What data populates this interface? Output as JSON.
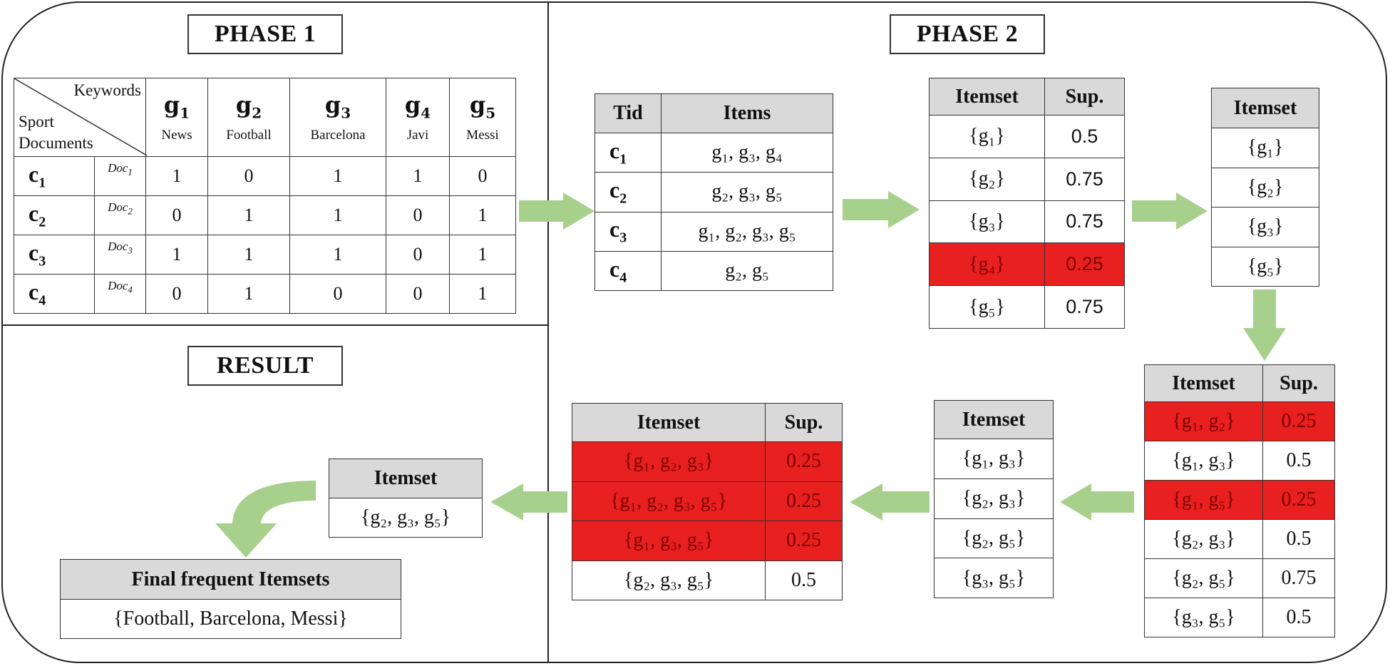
{
  "titles": {
    "phase1": "PHASE 1",
    "phase2": "PHASE 2",
    "result": "RESULT"
  },
  "colors": {
    "arrow": "#a8d08d",
    "highlight": "#e8201f",
    "header": "#d9d9d9"
  },
  "phase1_table": {
    "corner_top": "Keywords",
    "corner_bottom_1": "Sport",
    "corner_bottom_2": "Documents",
    "columns": [
      {
        "g": "g",
        "sub": "1",
        "keyword": "News"
      },
      {
        "g": "g",
        "sub": "2",
        "keyword": "Football"
      },
      {
        "g": "g",
        "sub": "3",
        "keyword": "Barcelona"
      },
      {
        "g": "g",
        "sub": "4",
        "keyword": "Javi"
      },
      {
        "g": "g",
        "sub": "5",
        "keyword": "Messi"
      }
    ],
    "rows": [
      {
        "c": "c",
        "csub": "1",
        "doc": "Doc",
        "dsub": "1",
        "values": [
          "1",
          "0",
          "1",
          "1",
          "0"
        ]
      },
      {
        "c": "c",
        "csub": "2",
        "doc": "Doc",
        "dsub": "2",
        "values": [
          "0",
          "1",
          "1",
          "0",
          "1"
        ]
      },
      {
        "c": "c",
        "csub": "3",
        "doc": "Doc",
        "dsub": "3",
        "values": [
          "1",
          "1",
          "1",
          "0",
          "1"
        ]
      },
      {
        "c": "c",
        "csub": "4",
        "doc": "Doc",
        "dsub": "4",
        "values": [
          "0",
          "1",
          "0",
          "0",
          "1"
        ]
      }
    ]
  },
  "tid_table": {
    "headers": [
      "Tid",
      "Items"
    ],
    "rows": [
      {
        "tid": "c",
        "tsub": "1",
        "items": "g₁, g₃, g₄"
      },
      {
        "tid": "c",
        "tsub": "2",
        "items": "g₂, g₃, g₅"
      },
      {
        "tid": "c",
        "tsub": "3",
        "items": "g₁, g₂, g₃, g₅"
      },
      {
        "tid": "c",
        "tsub": "4",
        "items": "g₂, g₅"
      }
    ]
  },
  "c1_table": {
    "headers": [
      "Itemset",
      "Sup."
    ],
    "rows": [
      {
        "itemset": "{g₁}",
        "sup": "0.5",
        "pruned": false
      },
      {
        "itemset": "{g₂}",
        "sup": "0.75",
        "pruned": false
      },
      {
        "itemset": "{g₃}",
        "sup": "0.75",
        "pruned": false
      },
      {
        "itemset": "{g₄}",
        "sup": "0.25",
        "pruned": true
      },
      {
        "itemset": "{g₅}",
        "sup": "0.75",
        "pruned": false
      }
    ]
  },
  "l1_table": {
    "header": "Itemset",
    "rows": [
      "{g₁}",
      "{g₂}",
      "{g₃}",
      "{g₅}"
    ]
  },
  "c2_table": {
    "headers": [
      "Itemset",
      "Sup."
    ],
    "rows": [
      {
        "itemset": "{g₁, g₂}",
        "sup": "0.25",
        "pruned": true
      },
      {
        "itemset": "{g₁, g₃}",
        "sup": "0.5",
        "pruned": false
      },
      {
        "itemset": "{g₁, g₅}",
        "sup": "0.25",
        "pruned": true
      },
      {
        "itemset": "{g₂, g₃}",
        "sup": "0.5",
        "pruned": false
      },
      {
        "itemset": "{g₂, g₅}",
        "sup": "0.75",
        "pruned": false
      },
      {
        "itemset": "{g₃, g₅}",
        "sup": "0.5",
        "pruned": false
      }
    ]
  },
  "l2_table": {
    "header": "Itemset",
    "rows": [
      "{g₁, g₃}",
      "{g₂, g₃}",
      "{g₂, g₅}",
      "{g₃, g₅}"
    ]
  },
  "c3_table": {
    "headers": [
      "Itemset",
      "Sup."
    ],
    "rows": [
      {
        "itemset": "{g₁, g₂, g₃}",
        "sup": "0.25",
        "pruned": true
      },
      {
        "itemset": "{g₁, g₂, g₃, g₅}",
        "sup": "0.25",
        "pruned": true
      },
      {
        "itemset": "{g₁, g₃, g₅}",
        "sup": "0.25",
        "pruned": true
      },
      {
        "itemset": "{g₂, g₃, g₅}",
        "sup": "0.5",
        "pruned": false
      }
    ]
  },
  "l3_table": {
    "header": "Itemset",
    "rows": [
      "{g₂, g₃, g₅}"
    ]
  },
  "final_table": {
    "header": "Final frequent Itemsets",
    "value": "{Football, Barcelona, Messi}"
  }
}
